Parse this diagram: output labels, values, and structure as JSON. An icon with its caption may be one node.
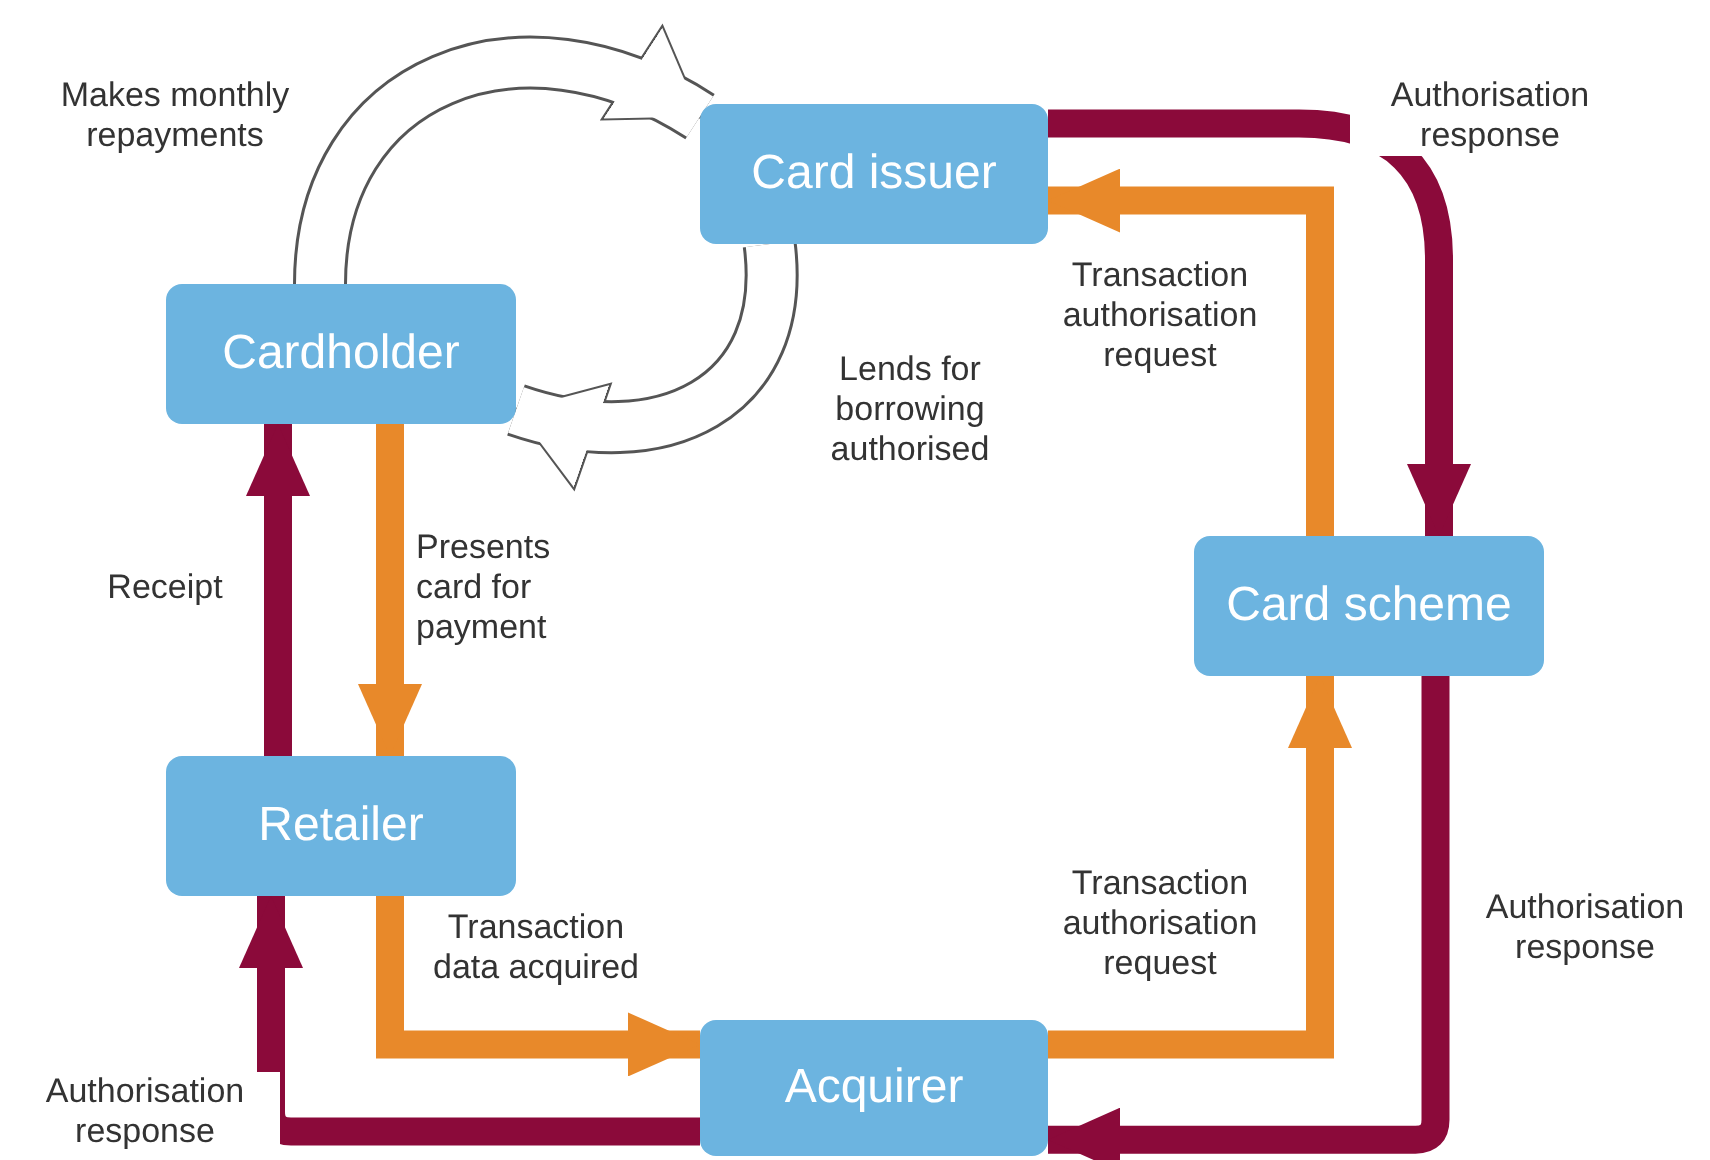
{
  "diagram": {
    "nodes": [
      {
        "text": [
          "Card issuer"
        ]
      },
      {
        "text": [
          "Cardholder"
        ]
      },
      {
        "text": [
          "Card scheme"
        ]
      },
      {
        "text": [
          "Retailer"
        ]
      },
      {
        "text": [
          "Acquirer"
        ]
      }
    ],
    "edges": [
      {
        "from": 1,
        "to": 0,
        "arrow": "to",
        "label": "Makes monthly repayments",
        "style": "thick",
        "color": "#555555"
      },
      {
        "from": 0,
        "to": 1,
        "arrow": "to",
        "label": "Lends for borrowing authorised",
        "style": "thick",
        "color": "#555555"
      },
      {
        "from": 0,
        "to": 2,
        "arrow": "to",
        "label": "Authorisation response",
        "color": "#8b0a3a"
      },
      {
        "from": 2,
        "to": 0,
        "arrow": "to",
        "label": "Transaction authorisation request",
        "color": "#e8892a"
      },
      {
        "from": 1,
        "to": 3,
        "arrow": "to",
        "label": "Presents card for payment",
        "color": "#e8892a"
      },
      {
        "from": 3,
        "to": 1,
        "arrow": "to",
        "label": "Receipt",
        "color": "#8b0a3a"
      },
      {
        "from": 3,
        "to": 4,
        "arrow": "to",
        "label": "Transaction data acquired",
        "color": "#e8892a"
      },
      {
        "from": 4,
        "to": 2,
        "arrow": "to",
        "label": "Transaction authorisation request",
        "color": "#e8892a"
      },
      {
        "from": 2,
        "to": 4,
        "arrow": "to",
        "label": "Authorisation response",
        "color": "#8b0a3a"
      },
      {
        "from": 4,
        "to": 3,
        "arrow": "to",
        "label": "Authorisation response",
        "color": "#8b0a3a"
      }
    ]
  }
}
